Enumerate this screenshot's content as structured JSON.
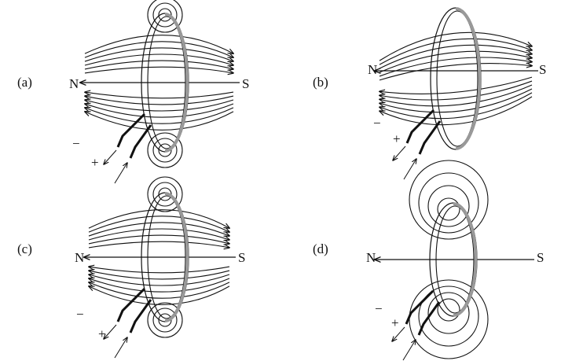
{
  "panels": [
    {
      "label": "(a)",
      "north": "N",
      "south": "S",
      "minus": "−",
      "plus": "+",
      "loops": "small"
    },
    {
      "label": "(b)",
      "north": "N",
      "south": "S",
      "minus": "−",
      "plus": "+",
      "loops": "none"
    },
    {
      "label": "(c)",
      "north": "N",
      "south": "S",
      "minus": "−",
      "plus": "+",
      "loops": "small"
    },
    {
      "label": "(d)",
      "north": "N",
      "south": "S",
      "minus": "−",
      "plus": "+",
      "loops": "large"
    }
  ],
  "colors": {
    "line": "#111111",
    "loop_shade": "#999999"
  }
}
